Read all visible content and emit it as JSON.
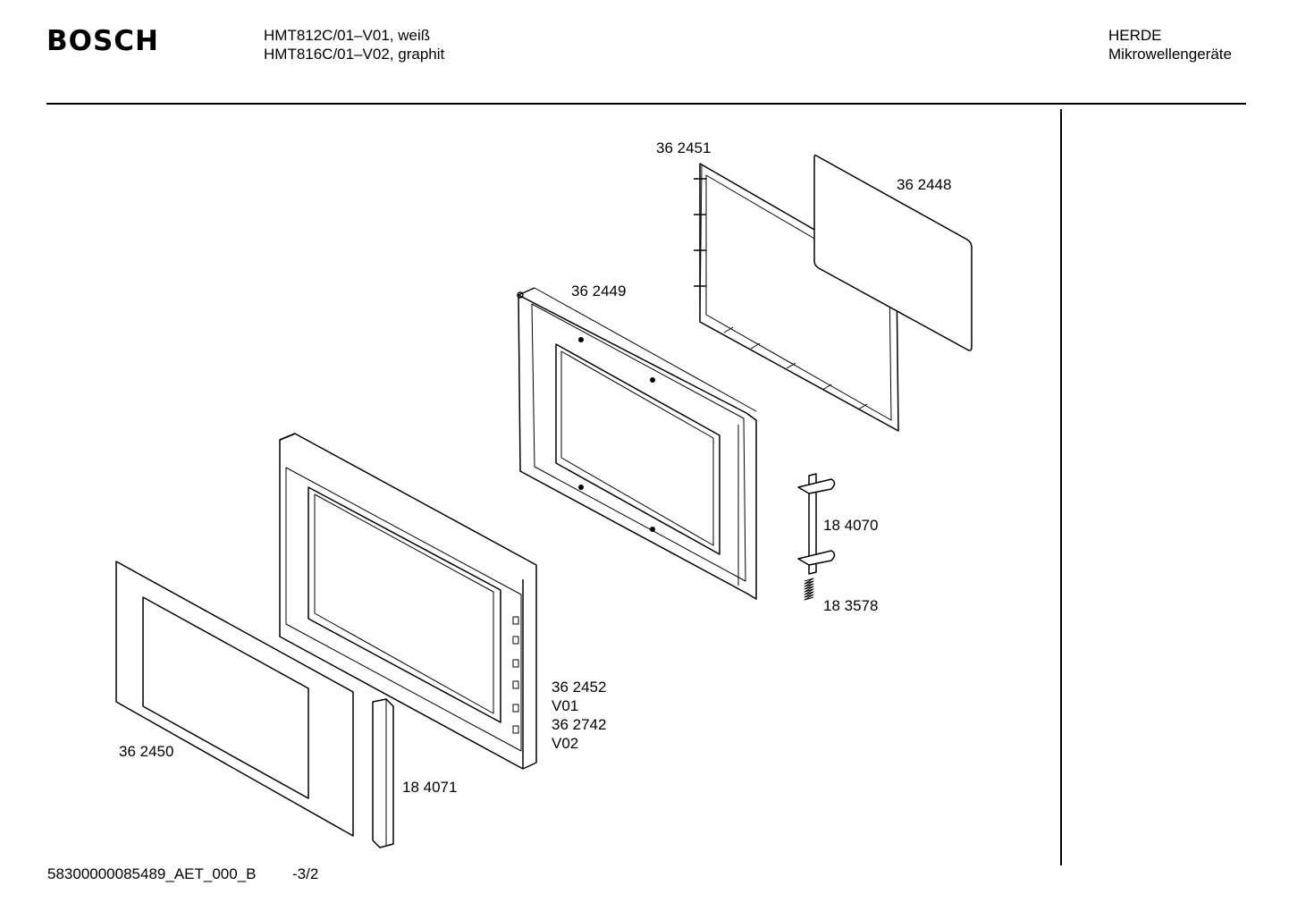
{
  "header": {
    "brand": "BOSCH",
    "model_line_1": "HMT812C/01–V01, weiß",
    "model_line_2": "HMT816C/01–V02, graphit",
    "category": "HERDE",
    "subcategory": "Mikrowellengeräte"
  },
  "parts": {
    "p362451": "36 2451",
    "p362448": "36 2448",
    "p362449": "36 2449",
    "p184070": "18 4070",
    "p183578": "18 3578",
    "p362452": "36 2452",
    "v01": "V01",
    "p362742": "36 2742",
    "v02": "V02",
    "p362450": "36 2450",
    "p184071": "18 4071"
  },
  "footer": {
    "doc_id": "58300000085489_AET_000_B",
    "page": "-3/2"
  }
}
